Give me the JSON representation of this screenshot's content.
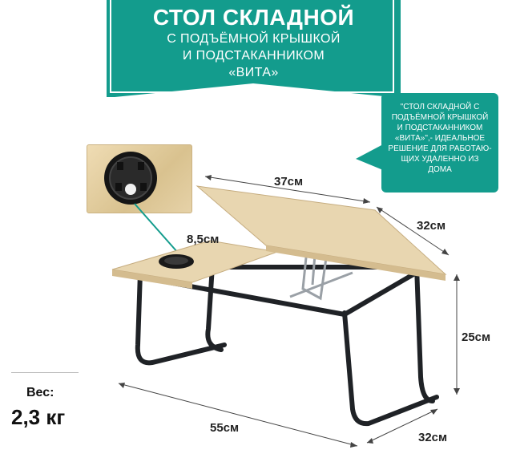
{
  "banner": {
    "title": "СТОЛ СКЛАДНОЙ",
    "line1": "С ПОДЪЁМНОЙ КРЫШКОЙ",
    "line2": "И ПОДСТАКАННИКОМ",
    "line3": "«ВИТА»"
  },
  "bubble": {
    "lines": [
      "\"СТОЛ СКЛАДНОЙ С",
      "ПОДЪЁМНОЙ КРЫШКОЙ",
      "И ПОДСТАКАННИКОМ",
      "«ВИТА»\",- ИДЕАЛЬНОЕ",
      "РЕШЕНИЕ ДЛЯ РАБОТАЮ-",
      "ЩИХ УДАЛЕННО ИЗ",
      "ДОМА"
    ]
  },
  "dimensions": {
    "top_width": "37см",
    "top_depth": "32см",
    "cup_holder": "8,5см",
    "height": "25см",
    "length": "55см",
    "base_depth": "32см"
  },
  "weight": {
    "label": "Вес:",
    "value": "2,3 кг"
  },
  "colors": {
    "teal": "#139c8d",
    "wood": "#e8d6b0",
    "frame": "#1f2226"
  }
}
